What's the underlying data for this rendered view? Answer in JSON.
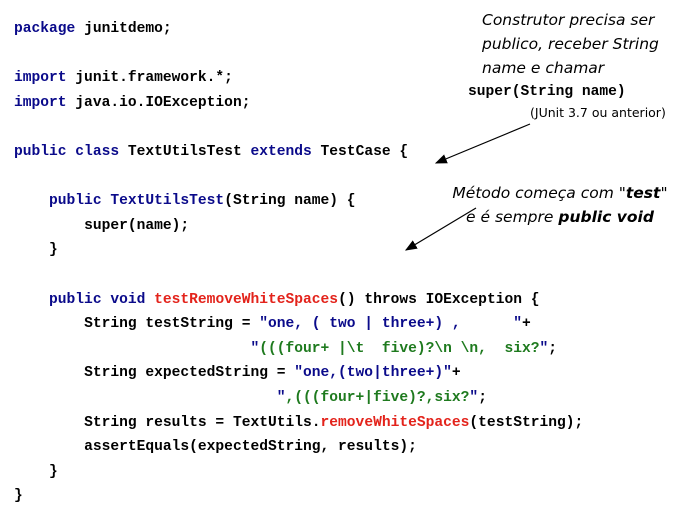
{
  "code": {
    "lines": [
      {
        "indent": "",
        "parts": [
          [
            "kw",
            "package"
          ],
          [
            "t",
            " junitdemo;"
          ]
        ]
      },
      {
        "indent": "",
        "parts": []
      },
      {
        "indent": "",
        "parts": [
          [
            "kw",
            "import"
          ],
          [
            "t",
            " junit.framework.*;"
          ]
        ]
      },
      {
        "indent": "",
        "parts": [
          [
            "kw",
            "import"
          ],
          [
            "t",
            " java.io.IOException;"
          ]
        ]
      },
      {
        "indent": "",
        "parts": []
      },
      {
        "indent": "",
        "parts": [
          [
            "kw",
            "public class"
          ],
          [
            "t",
            " TextUtilsTest "
          ],
          [
            "kw",
            "extends"
          ],
          [
            "t",
            " TestCase {"
          ]
        ]
      },
      {
        "indent": "",
        "parts": []
      },
      {
        "indent": "    ",
        "parts": [
          [
            "kw",
            "public"
          ],
          [
            "t",
            " "
          ],
          [
            "ctor",
            "TextUtilsTest"
          ],
          [
            "t",
            "(String name) {"
          ]
        ]
      },
      {
        "indent": "        ",
        "parts": [
          [
            "t",
            "super(name);"
          ]
        ]
      },
      {
        "indent": "    ",
        "parts": [
          [
            "t",
            "}"
          ]
        ]
      },
      {
        "indent": "",
        "parts": []
      },
      {
        "indent": "    ",
        "parts": [
          [
            "kw",
            "public void"
          ],
          [
            "t",
            " "
          ],
          [
            "mname",
            "testRemoveWhiteSpaces"
          ],
          [
            "t",
            "() throws IOException {"
          ]
        ]
      },
      {
        "indent": "        ",
        "parts": [
          [
            "t",
            "String testString = "
          ],
          [
            "str",
            "\"one, ( two | three+) ,      \""
          ],
          [
            "t",
            "+"
          ]
        ]
      },
      {
        "indent": "                           ",
        "parts": [
          [
            "str",
            "\""
          ],
          [
            "strg",
            "(((four+ |\\t  five)?\\n \\n,  six?"
          ],
          [
            "str",
            "\""
          ],
          [
            "t",
            ";"
          ]
        ]
      },
      {
        "indent": "        ",
        "parts": [
          [
            "t",
            "String expectedString = "
          ],
          [
            "str",
            "\"one,(two|three+)\""
          ],
          [
            "t",
            "+"
          ]
        ]
      },
      {
        "indent": "                              ",
        "parts": [
          [
            "str",
            "\""
          ],
          [
            "strg",
            ",(((four+|five)?,six?"
          ],
          [
            "str",
            "\""
          ],
          [
            "t",
            ";"
          ]
        ]
      },
      {
        "indent": "        ",
        "parts": [
          [
            "t",
            "String results = TextUtils."
          ],
          [
            "mname",
            "removeWhiteSpaces"
          ],
          [
            "t",
            "(testString);"
          ]
        ]
      },
      {
        "indent": "        ",
        "parts": [
          [
            "t",
            "assertEquals(expectedString, results);"
          ]
        ]
      },
      {
        "indent": "    ",
        "parts": [
          [
            "t",
            "}"
          ]
        ]
      },
      {
        "indent": "",
        "parts": [
          [
            "t",
            "}"
          ]
        ]
      }
    ]
  },
  "note_constructor": {
    "line1": "Construtor precisa ser",
    "line2": "publico, receber String",
    "line3": "name e chamar",
    "code": "super(String name)",
    "version": "(JUnit 3.7 ou anterior)"
  },
  "note_method": {
    "prefix": "Método começa com \"",
    "keyword": "test",
    "suffix": "\"",
    "line2_prefix": "e é sempre ",
    "line2_bold": "public void"
  },
  "colors": {
    "keyword": "#0a0a8a",
    "method_name": "#e3231b",
    "string_literal": "#1e7a1e"
  }
}
